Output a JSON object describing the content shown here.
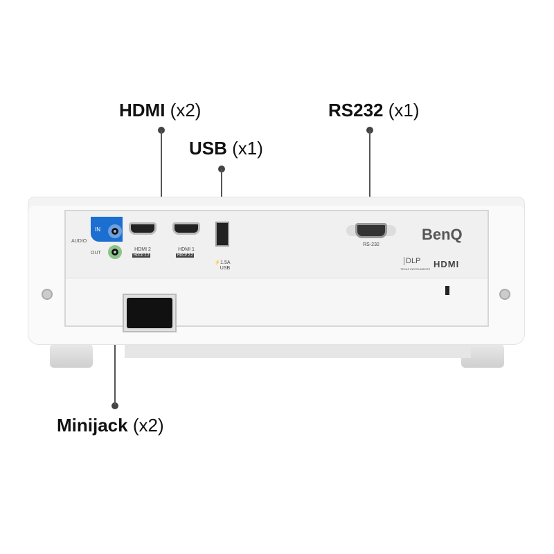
{
  "callouts": {
    "hdmi": {
      "name": "HDMI",
      "count": "(x2)"
    },
    "usb": {
      "name": "USB",
      "count": "(x1)"
    },
    "rs232": {
      "name": "RS232",
      "count": "(x1)"
    },
    "minijack": {
      "name": "Minijack",
      "count": "(x2)"
    }
  },
  "ports": {
    "audio": "AUDIO",
    "audio_in": "IN",
    "audio_out": "OUT",
    "hdmi2": "HDMI 2",
    "hdmi1": "HDMI 1",
    "hdcp": "HDCP 2.2",
    "usb_power": "⚡1.5A",
    "usb": "USB",
    "rs232": "RS-232"
  },
  "brand": {
    "logo": "BenQ",
    "dlp": "DLP",
    "dlp_sub": "TEXAS INSTRUMENTS",
    "hdmi_logo": "HDMI"
  },
  "colors": {
    "audio_in": "#1a6fd1",
    "callout_line": "#555"
  }
}
